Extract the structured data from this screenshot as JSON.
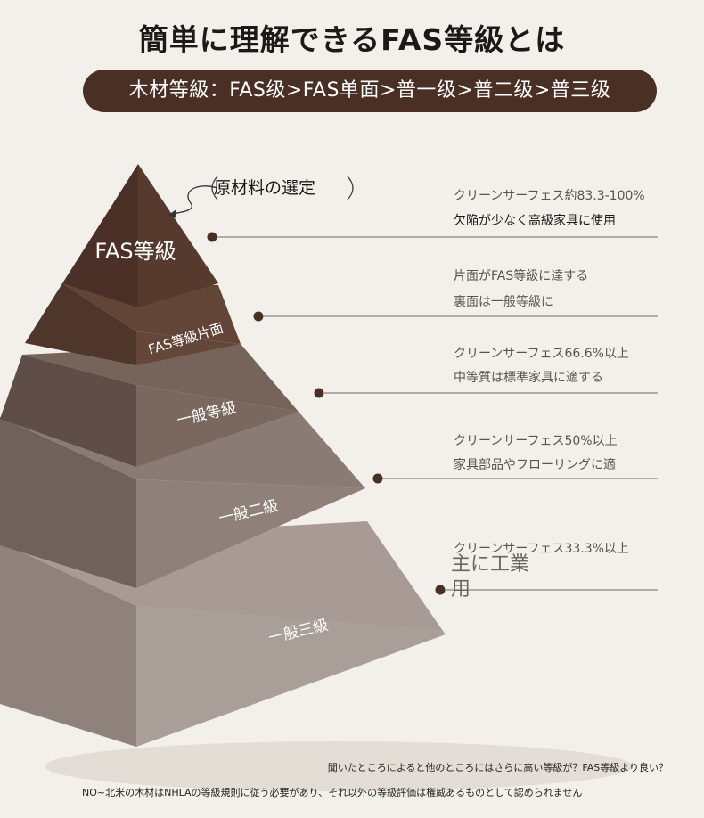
{
  "title": "簡単に理解できるFAS等級とは",
  "banner": "木材等級：FAS级>FAS单面>普一级>普二级>普三级",
  "callout": "原材料の選定",
  "tiers": [
    {
      "label": "FAS等級",
      "color": "#4f3428"
    },
    {
      "label": "FAS等級片面",
      "color": "#5e4236"
    },
    {
      "label": "一般等級",
      "color": "#6f5c52"
    },
    {
      "label": "一般二級",
      "color": "#857670"
    },
    {
      "label": "一般三級",
      "color": "#a39690"
    }
  ],
  "descriptions": [
    {
      "line1": "クリーンサーフェス約83.3-100%",
      "line2": "欠陥が少なく高級家具に使用"
    },
    {
      "line1": "片面がFAS等級に達する",
      "line2": "裏面は一般等級に"
    },
    {
      "line1": "クリーンサーフェス66.6%以上",
      "line2": "中等質は標準家具に適する"
    },
    {
      "line1": "クリーンサーフェス50%以上",
      "line2": "家具部品やフローリングに適"
    },
    {
      "line1": "クリーンサーフェス33.3%以上",
      "line2": "主に工業用"
    }
  ],
  "footnotes": [
    "聞いたところによると他のところにはさらに高い等級が？FAS等級より良い？",
    "NO~北米の木材はNHLAの等級規則に従う必要があり、それ以外の等級評価は権威あるものとして認められません"
  ]
}
